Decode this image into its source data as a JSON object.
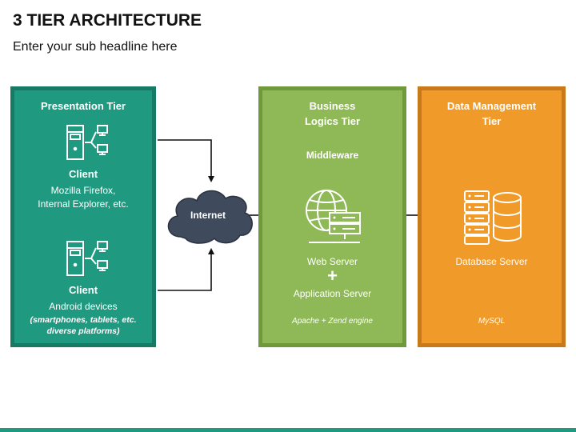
{
  "header": {
    "title": "3 TIER ARCHITECTURE",
    "subtitle": "Enter your sub headline here"
  },
  "presentation_tier": {
    "title": "Presentation Tier",
    "client1": {
      "label": "Client",
      "line1": "Mozilla Firefox,",
      "line2": "Internal Explorer, etc."
    },
    "client2": {
      "label": "Client",
      "line1": "Android devices",
      "note1": "(smartphones, tablets, etc.",
      "note2": "diverse platforms)"
    }
  },
  "network": {
    "label": "Internet"
  },
  "business_tier": {
    "title_line1": "Business",
    "title_line2": "Logics Tier",
    "middleware": "Middleware",
    "web_server": "Web Server",
    "plus": "+",
    "app_server": "Application Server",
    "engine": "Apache + Zend engine"
  },
  "data_tier": {
    "title_line1": "Data Management",
    "title_line2": "Tier",
    "db_server": "Database Server",
    "db": "MySQL"
  },
  "colors": {
    "presentation": "#1f9a80",
    "business": "#8fb856",
    "data": "#f09a29",
    "cloud": "#3f4a5c"
  }
}
